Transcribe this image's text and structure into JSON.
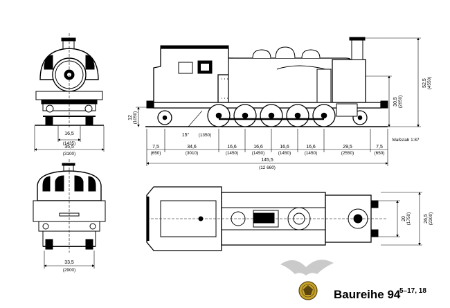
{
  "title": {
    "main": "Baureihe 94",
    "superscript": "5–17, 18"
  },
  "scale": "Maßstab 1:87",
  "front_view": {
    "dim_inner": {
      "a": "16,5",
      "b": "(1435)"
    },
    "dim_outer": {
      "a": "35,5",
      "b": "(3100)"
    }
  },
  "rear_view": {
    "dim_outer": {
      "a": "33,5",
      "b": "(2900)"
    }
  },
  "side_view": {
    "angle": "15°",
    "angle_mm": "(1350)",
    "height_left": {
      "a": "12",
      "b": "(1050)"
    },
    "height_boiler": {
      "a": "30,5",
      "b": "(2650)"
    },
    "height_total": {
      "a": "52,5",
      "b": "(4550)"
    },
    "segments": [
      {
        "a": "7,5",
        "b": "(650)"
      },
      {
        "a": "34,6",
        "b": "(3010)"
      },
      {
        "a": "16,6",
        "b": "(1450)"
      },
      {
        "a": "16,6",
        "b": "(1450)"
      },
      {
        "a": "16,6",
        "b": "(1450)"
      },
      {
        "a": "16,6",
        "b": "(1450)"
      },
      {
        "a": "29,5",
        "b": "(2550)"
      },
      {
        "a": "7,5",
        "b": "(650)"
      }
    ],
    "total_length": {
      "a": "145,5",
      "b": "(12 660)"
    }
  },
  "top_view": {
    "width_inner": {
      "a": "20",
      "b": "(1750)"
    },
    "width_outer": {
      "a": "26,5",
      "b": "(2300)"
    }
  },
  "colors": {
    "ink": "#000000",
    "logo_gold": "#c8a32a",
    "logo_dark": "#5a4510",
    "bird_gray": "#b8b8b8"
  }
}
